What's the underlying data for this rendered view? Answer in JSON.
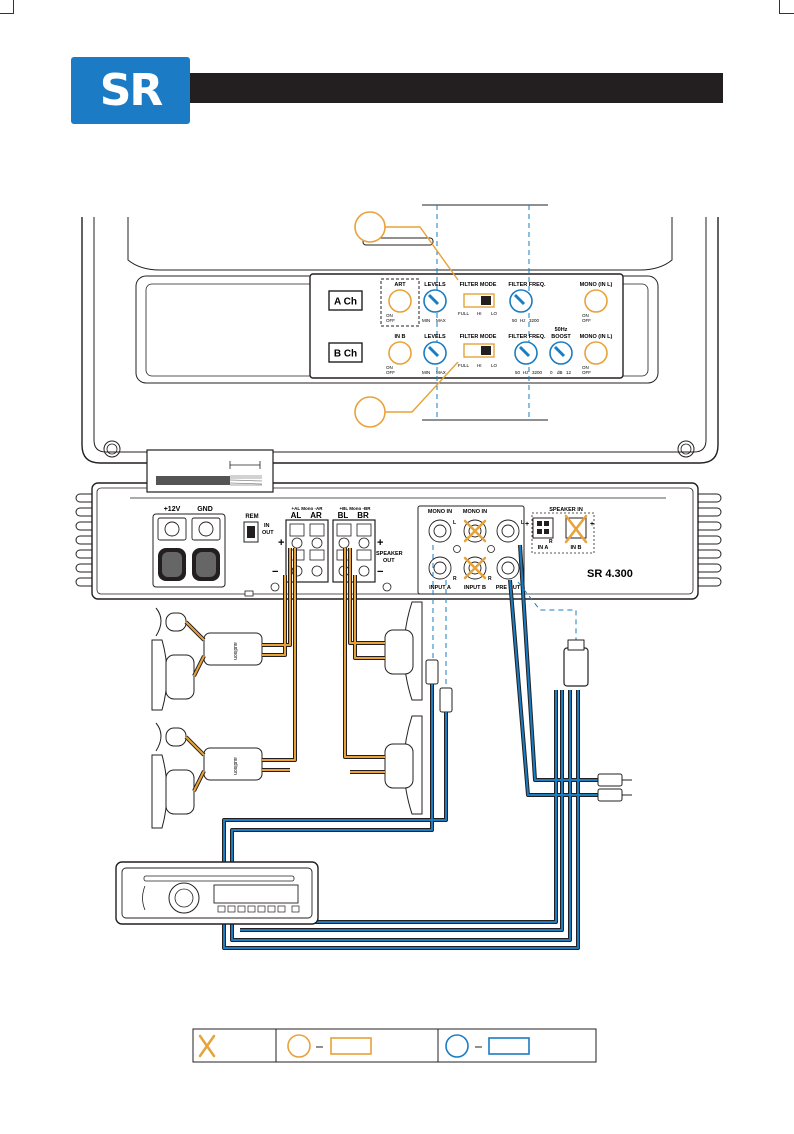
{
  "brand": {
    "logo_text": "SR"
  },
  "panel_top": {
    "channel_a": "A Ch",
    "channel_b": "B Ch",
    "art": "ART",
    "on": "ON",
    "off": "OFF",
    "in_b": "IN B",
    "levels": "LEVELS",
    "min": "MIN",
    "max": "MAX",
    "filter_mode": "FILTER MODE",
    "full": "FULL",
    "hi": "HI",
    "lo": "LO",
    "filter_freq": "FILTER FREQ.",
    "freq_scale_50": "50",
    "freq_scale_hz": "Hz",
    "freq_scale_3200": "3200",
    "hz50": "50Hz",
    "boost": "BOOST",
    "boost_0": "0",
    "boost_db": "dB",
    "boost_12": "12",
    "mono_in_l": "MONO (IN L)"
  },
  "panel_side": {
    "plus12v": "+12V",
    "gnd": "GND",
    "rem": "REM",
    "in": "IN",
    "out": "OUT",
    "al_mono_ar": "+AL Mono -AR",
    "bl_mono_br": "+BL Mono -BR",
    "al": "AL",
    "ar": "AR",
    "bl": "BL",
    "br": "BR",
    "speaker": "SPEAKER",
    "speaker_out": "OUT",
    "mono_in": "MONO IN",
    "input_a": "INPUT A",
    "input_b": "INPUT B",
    "pre_out": "PRE OUT",
    "speaker_in": "SPEAKER IN",
    "in_a": "IN A",
    "in_b": "IN B",
    "l": "L",
    "r": "R",
    "model": "SR 4.300"
  },
  "crossover_label": "audison",
  "colors": {
    "accent_blue": "#1b7bc4",
    "wire_blue": "#1a7cc1",
    "wire_orange": "#e8a23a",
    "dark": "#231f20"
  }
}
